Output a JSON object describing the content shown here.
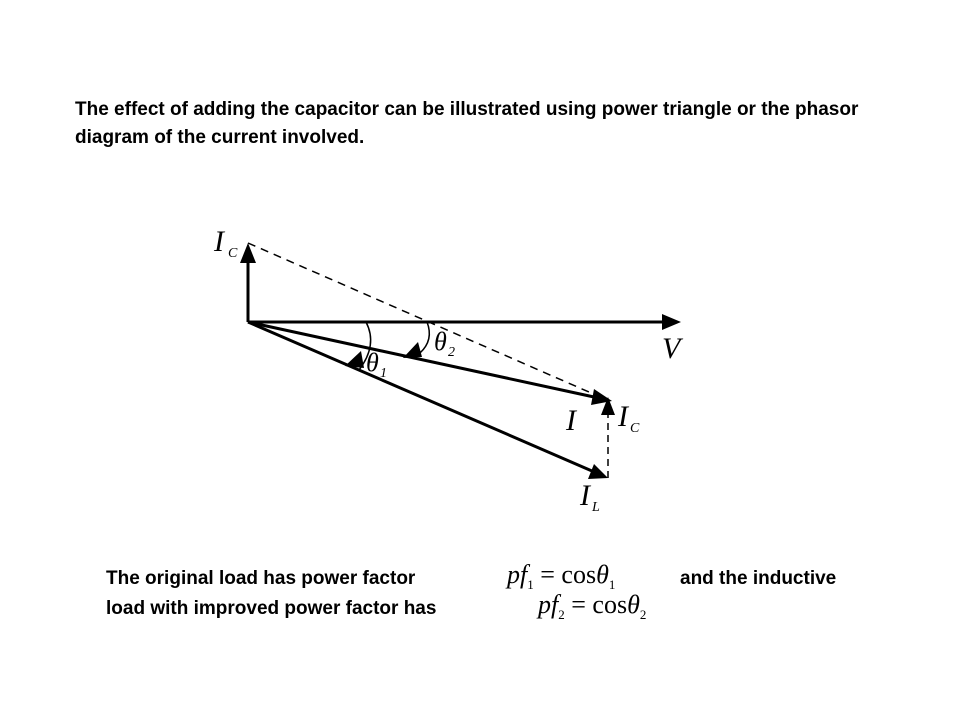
{
  "intro": {
    "text": "The effect of adding the capacitor can be illustrated using power triangle or the phasor diagram of the current involved."
  },
  "diagram": {
    "labels": {
      "ic_top": "I",
      "ic_top_sub": "C",
      "v": "V",
      "theta2": "θ",
      "theta2_sub": "2",
      "theta1": "θ",
      "theta1_sub": "1",
      "i": "I",
      "ic_right": "I",
      "ic_right_sub": "C",
      "il": "I",
      "il_sub": "L"
    }
  },
  "explanation": {
    "line1_start": "The original load has power factor",
    "line1_end": "and the inductive",
    "line2": "load with improved power factor has",
    "formula1": {
      "lhs": "pf",
      "lhs_sub": "1",
      "rhs_func": " = cos",
      "rhs_var": "θ",
      "rhs_sub": "1"
    },
    "formula2": {
      "lhs": "pf",
      "lhs_sub": "2",
      "rhs_func": " = cos",
      "rhs_var": "θ",
      "rhs_sub": "2"
    }
  }
}
